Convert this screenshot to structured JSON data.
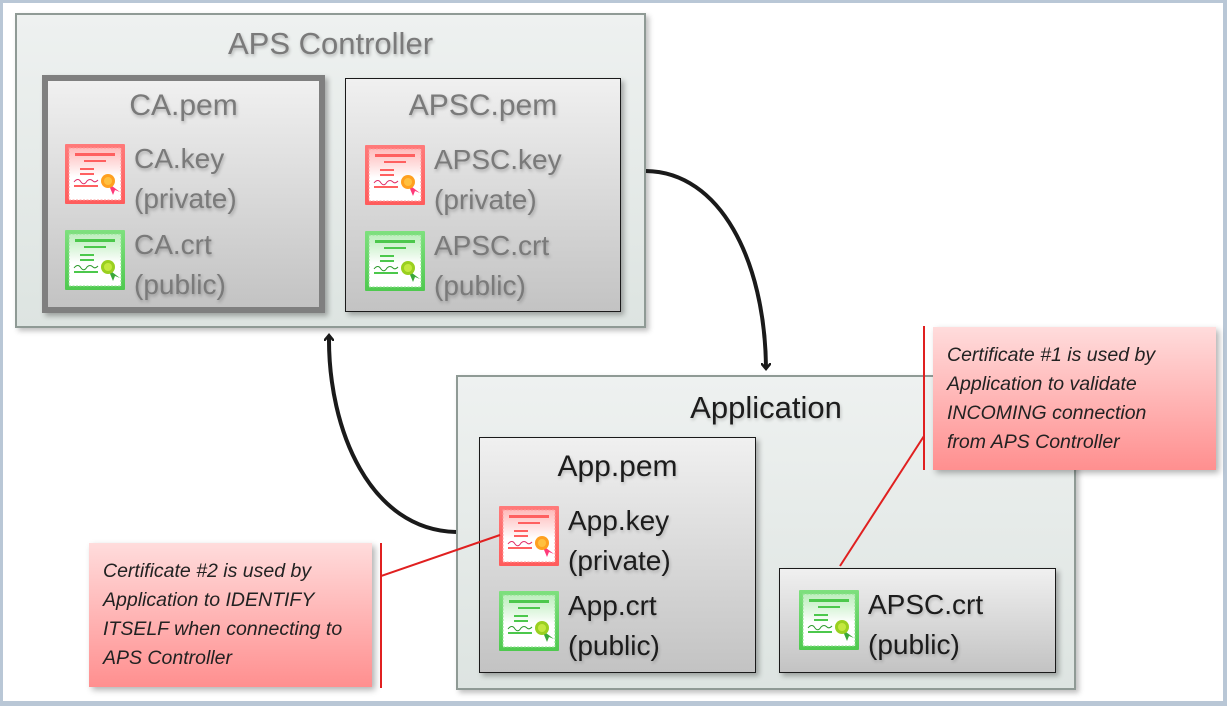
{
  "colors": {
    "private_cert": "#ff6b6b",
    "public_cert": "#5fd35f",
    "callout_fill": "#ff9a9a",
    "callout_line": "#e02020",
    "arrow": "#1a1a1a"
  },
  "aps_controller": {
    "title": "APS Controller",
    "ca_pem": {
      "title": "CA.pem",
      "key": {
        "name": "CA.key",
        "visibility": "(private)",
        "icon": "private-certificate-icon"
      },
      "crt": {
        "name": "CA.crt",
        "visibility": "(public)",
        "icon": "public-certificate-icon"
      }
    },
    "apsc_pem": {
      "title": "APSC.pem",
      "key": {
        "name": "APSC.key",
        "visibility": "(private)",
        "icon": "private-certificate-icon"
      },
      "crt": {
        "name": "APSC.crt",
        "visibility": "(public)",
        "icon": "public-certificate-icon"
      }
    }
  },
  "application": {
    "title": "Application",
    "app_pem": {
      "title": "App.pem",
      "key": {
        "name": "App.key",
        "visibility": "(private)",
        "icon": "private-certificate-icon"
      },
      "crt": {
        "name": "App.crt",
        "visibility": "(public)",
        "icon": "public-certificate-icon"
      }
    },
    "apsc_crt": {
      "name": "APSC.crt",
      "visibility": "(public)",
      "icon": "public-certificate-icon"
    }
  },
  "callouts": {
    "cert1": {
      "lines": [
        "Certificate #1 is used by",
        "Application to validate",
        "INCOMING connection",
        "from APS Controller"
      ]
    },
    "cert2": {
      "lines": [
        "Certificate #2 is used by",
        "Application to IDENTIFY",
        "ITSELF when connecting to",
        "APS Controller"
      ]
    }
  },
  "connections": [
    {
      "from": "APSC.pem",
      "to": "Application",
      "type": "arrow"
    },
    {
      "from": "Application",
      "to": "APS Controller",
      "type": "arrow"
    }
  ]
}
